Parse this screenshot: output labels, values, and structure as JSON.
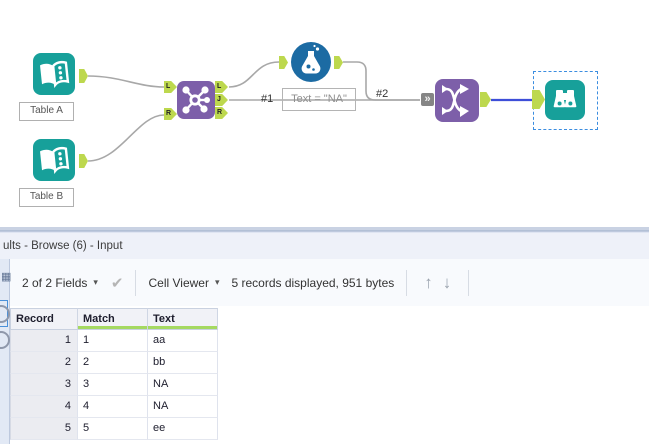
{
  "workflow": {
    "input_a": {
      "label": "Table A"
    },
    "input_b": {
      "label": "Table B"
    },
    "join": {
      "in_l": "L",
      "in_r": "R",
      "out_l": "L",
      "out_j": "J",
      "out_r": "R"
    },
    "formula": {
      "annotation": "Text = \"NA\""
    },
    "conn1_label": "#1",
    "conn2_label": "#2",
    "wireless_marker": "»"
  },
  "results": {
    "title": "ults - Browse (6) - Input",
    "toolbar": {
      "fields_selector": "2 of 2 Fields",
      "fields_caret": "▾",
      "apply_check": "✔",
      "cell_viewer": "Cell Viewer",
      "cell_viewer_caret": "▾",
      "records_info": "5 records displayed, 951 bytes",
      "up_arrow": "↑",
      "down_arrow": "↓"
    },
    "grid": {
      "columns": [
        "Record",
        "Match",
        "Text"
      ],
      "rows": [
        {
          "record": "1",
          "match": "1",
          "text": "aa"
        },
        {
          "record": "2",
          "match": "2",
          "text": "bb"
        },
        {
          "record": "3",
          "match": "3",
          "text": "NA"
        },
        {
          "record": "4",
          "match": "4",
          "text": "NA"
        },
        {
          "record": "5",
          "match": "5",
          "text": "ee"
        }
      ]
    },
    "strip_grid_icon": "▦"
  },
  "colors": {
    "tool_teal": "#17a09a",
    "tool_purple": "#7d5fa9",
    "tool_blue": "#1c6ba3",
    "anchor_green": "#bdd84e",
    "wire_gray": "#a8a8a8",
    "selected_wire_blue": "#3d4ed8",
    "selection_dash_blue": "#3b8de0",
    "header_underline_green": "#a5d961"
  }
}
